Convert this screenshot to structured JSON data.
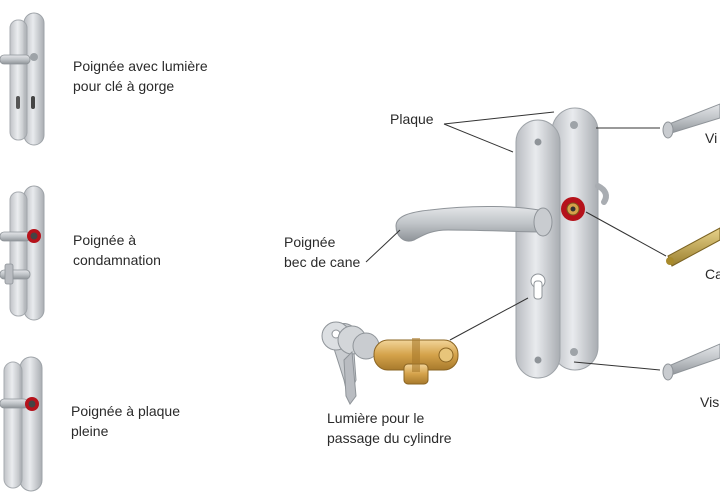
{
  "variants": [
    {
      "line1": "Poignée avec lumière",
      "line2": "pour clé à gorge"
    },
    {
      "line1": "Poignée à",
      "line2": "condamnation"
    },
    {
      "line1": "Poignée à plaque",
      "line2": "pleine"
    }
  ],
  "callouts": {
    "plaque": "Plaque",
    "poignee_line1": "Poignée",
    "poignee_line2": "bec de cane",
    "lumiere_line1": "Lumière pour le",
    "lumiere_line2": "passage du cylindre",
    "vis_top": "Vi",
    "carre": "Ca",
    "vis_bottom": "Vis"
  },
  "colors": {
    "metal": "#c9ccd0",
    "metal_dark": "#9ea3a8",
    "red_ring": "#b5121b",
    "brass": "#d4a24a",
    "leader": "#333333"
  }
}
